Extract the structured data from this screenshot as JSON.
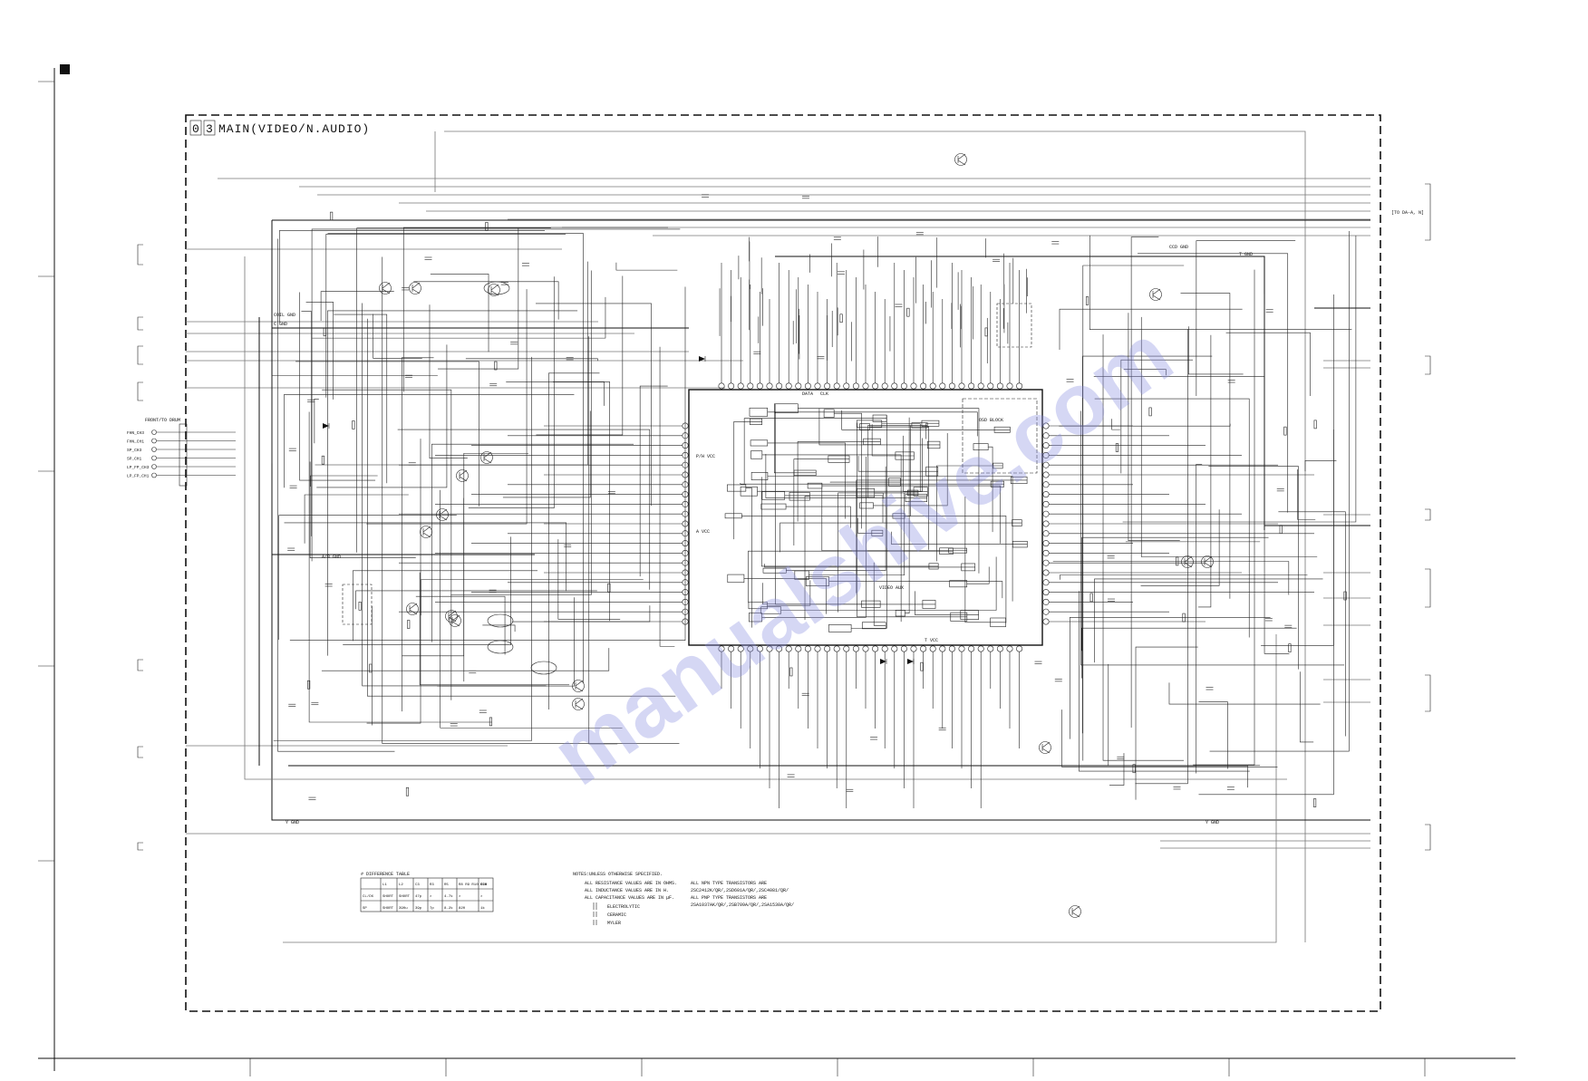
{
  "title": {
    "box1": "0",
    "box2": "3",
    "name": "MAIN(VIDEO/N.AUDIO)"
  },
  "watermark": "manualshive.com",
  "connector_right_top": "[TO  DA-A, N]",
  "front_connector": {
    "header": "FRONT/TO DRUM",
    "pins": [
      "FHN_CH3",
      "FHN_CH1",
      "SP_CH3",
      "SP_CH1",
      "LP_FP_CH3",
      "LP_FP_CH1"
    ]
  },
  "ground_labels": [
    "COIL GND",
    "C GND",
    "A/B GND",
    "Y GND",
    "Y GND",
    "CCD GND",
    "T GND"
  ],
  "ic_labels": [
    "OSD BLOCK",
    "VIDEO AUX",
    "DATA",
    "CLK",
    "A VCC",
    "P/H VCC",
    "T VCC"
  ],
  "difference_table": {
    "title": "# DIFFERENCE TABLE",
    "headers": [
      "",
      "L1",
      "L2",
      "C3",
      "R3",
      "R5",
      "R8 R9 R10 C26",
      "R58"
    ],
    "rows": [
      [
        "CL/DX",
        "SHORT",
        "SHORT",
        "47p",
        "×",
        "4.7k",
        "×",
        "×"
      ],
      [
        "SP",
        "SHORT",
        "390u",
        "39p",
        "7p",
        "8.2k",
        "820",
        "1k"
      ]
    ]
  },
  "notes": {
    "title": "NOTES:UNLESS OTHERWISE SPECIFIED.",
    "lines": [
      "ALL RESISTANCE VALUES ARE IN OHMS.",
      "ALL INDUCTANCE VALUES ARE IN H.",
      "ALL CAPACITANCE VALUES ARE IN μF."
    ],
    "legend": [
      "ELECTROLYTIC",
      "CERAMIC",
      "MYLER"
    ],
    "transistors": [
      "ALL NPN TYPE TRANSISTORS ARE",
      "2SC2412K/QR/,2SD601A/QR/,2SC4081/QR/",
      "ALL PNP TYPE TRANSISTORS ARE",
      "2SA1037AK/QR/,2SB709A/QR/,2SA1530A/QR/"
    ]
  }
}
